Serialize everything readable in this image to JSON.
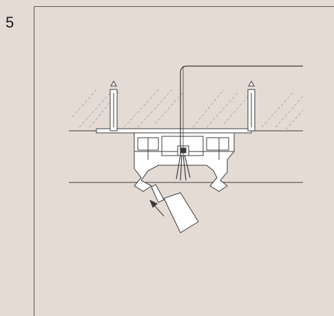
{
  "step": {
    "number": "5"
  },
  "colors": {
    "background": "#e4dbd4",
    "line": "#3a3a3a",
    "hatch": "#9a9a9a",
    "fill_white": "#ffffff"
  },
  "icons": [
    "anchor-plug",
    "track-profile",
    "power-cable",
    "insertion-arrow",
    "tool"
  ]
}
